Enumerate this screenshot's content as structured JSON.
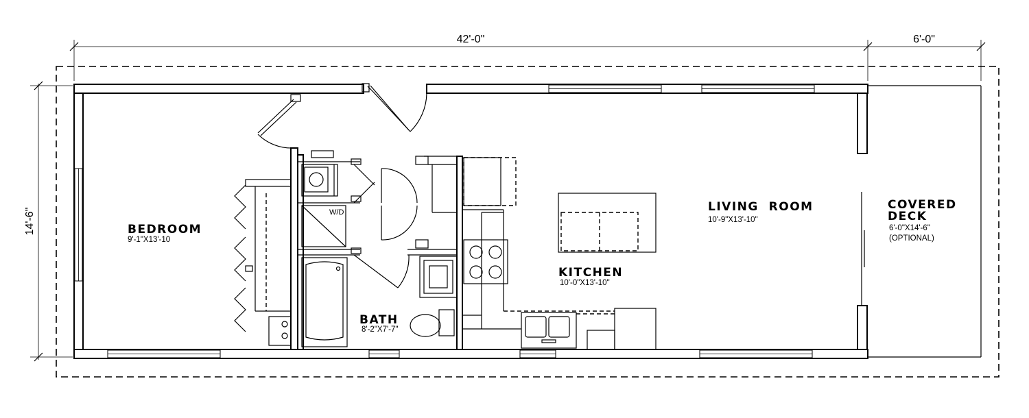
{
  "plan": {
    "dimensions": {
      "overall_width": "42'-0\"",
      "deck_width": "6'-0\"",
      "overall_depth": "14'-6\""
    },
    "rooms": {
      "bedroom": {
        "name": "BEDROOM",
        "size": "9'-1\"X13'-10"
      },
      "bath": {
        "name": "BATH",
        "size": "8'-2\"X7'-7\""
      },
      "kitchen": {
        "name": "KITCHEN",
        "size": "10'-0\"X13'-10\""
      },
      "living": {
        "name": "LIVING  ROOM",
        "size": "10'-9\"X13'-10\""
      },
      "deck": {
        "name_line1": "COVERED",
        "name_line2": "DECK",
        "size": "6'-0\"X14'-6\"",
        "note": "(OPTIONAL)"
      }
    },
    "labels": {
      "washer_dryer": "W/D"
    }
  }
}
